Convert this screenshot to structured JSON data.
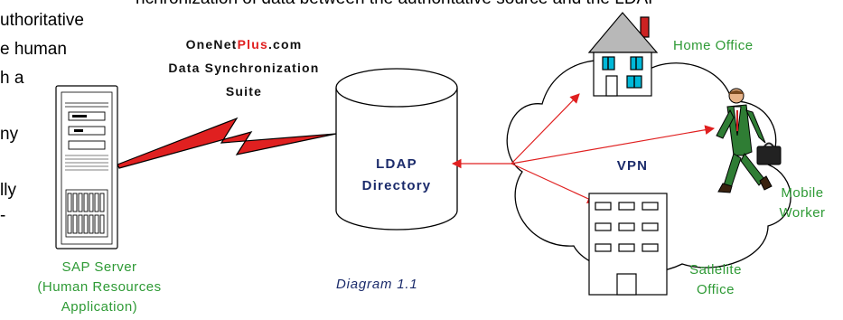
{
  "background_text": {
    "top_line": "nchronization of data between the authoritative source and the LDAP",
    "side_lines": [
      "uthoritative",
      "e human",
      "h a",
      "ny",
      "lly",
      "-"
    ]
  },
  "suite": {
    "brand_prefix": "OneNet",
    "brand_highlight": "Plus",
    "brand_suffix": ".com",
    "line2": "Data Synchronization",
    "line3": "Suite"
  },
  "ldap": {
    "line1": "LDAP",
    "line2": "Directory"
  },
  "vpn": {
    "label": "VPN"
  },
  "home_office": {
    "label": "Home Office"
  },
  "mobile_worker": {
    "line1": "Mobile",
    "line2": "Worker"
  },
  "satellite_office": {
    "line1": "Satlelite",
    "line2": "Office"
  },
  "sap_server": {
    "line1": "SAP Server",
    "line2": "(Human Resources",
    "line3": "Application)"
  },
  "caption": "Diagram 1.1",
  "colors": {
    "label_green": "#2e9a35",
    "label_navy": "#1b2b6b",
    "arrow_red": "#e02020",
    "house_red": "#cc2222",
    "window_cyan": "#00b8d8",
    "suit_green": "#2f7d34"
  }
}
